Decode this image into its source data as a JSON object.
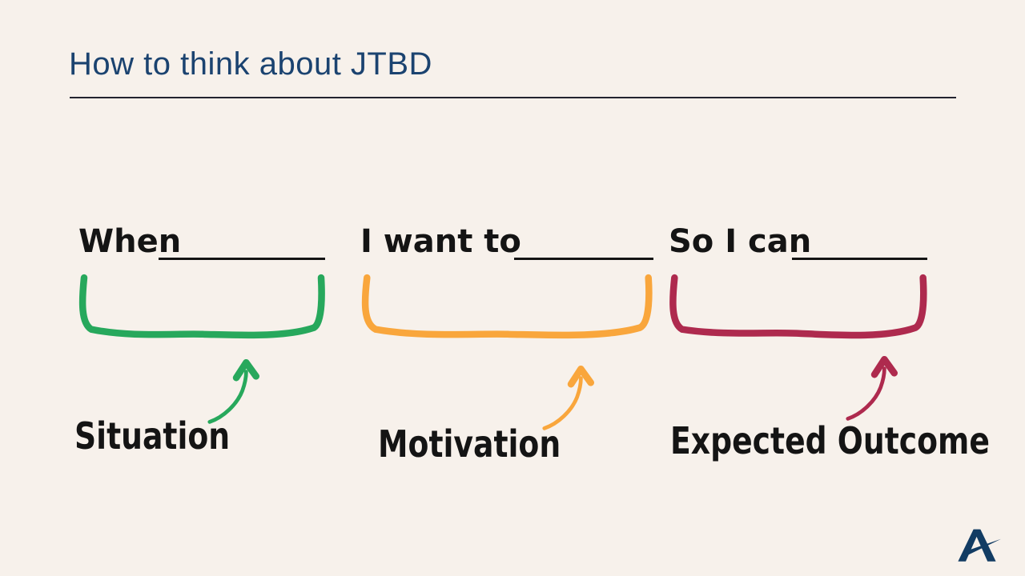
{
  "slide": {
    "title": "How to think about JTBD",
    "background_color": "#F7F1EB",
    "title_color": "#1B4370"
  },
  "items": [
    {
      "phrase": "When",
      "blank": "__________",
      "label": "Situation",
      "color": "#27A85C"
    },
    {
      "phrase": "I want to",
      "blank": "__________",
      "label": "Motivation",
      "color": "#F9A63C"
    },
    {
      "phrase": "So I can",
      "blank": "__________",
      "label": "Expected Outcome",
      "color": "#AE2A4E"
    }
  ],
  "logo": {
    "name": "A-logo",
    "color": "#123C63"
  }
}
